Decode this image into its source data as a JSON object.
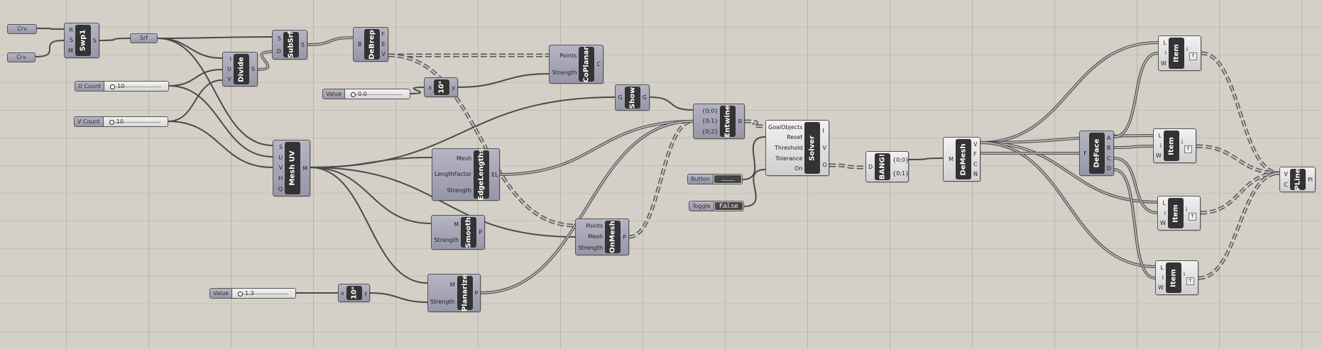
{
  "params": {
    "crv1": {
      "label": "Crv"
    },
    "crv2": {
      "label": "Crv"
    },
    "srf": {
      "label": "Srf"
    }
  },
  "sliders": {
    "ucount": {
      "label": "U Count",
      "value": "10"
    },
    "vcount": {
      "label": "V Count",
      "value": "10"
    },
    "value0": {
      "label": "Value",
      "value": "0.0"
    },
    "value13": {
      "label": "Value",
      "value": "1.3"
    }
  },
  "button": {
    "label": "Button"
  },
  "toggle": {
    "label": "Toggle",
    "value": "False"
  },
  "nodes": {
    "swp1": {
      "title": "Swp1",
      "inputs": [
        "R",
        "S",
        "M"
      ],
      "outputs": [
        "S"
      ]
    },
    "divide": {
      "title": "Divide",
      "inputs": [
        "I",
        "U",
        "V"
      ],
      "outputs": [
        "S"
      ]
    },
    "subsrf": {
      "title": "SubSrf",
      "inputs": [
        "S",
        "D"
      ],
      "outputs": [
        "S"
      ]
    },
    "debrep": {
      "title": "DeBrep",
      "inputs": [
        "B"
      ],
      "outputs": [
        "F",
        "E",
        "V"
      ]
    },
    "coplanar": {
      "title": "CoPlanar",
      "inputs": [
        "Points",
        "Strength"
      ],
      "outputs": [
        "C"
      ]
    },
    "pow1": {
      "title": "10ˣ",
      "inputs": [
        "x"
      ],
      "outputs": [
        "y"
      ]
    },
    "show": {
      "title": "Show",
      "inputs": [
        "G"
      ],
      "outputs": [
        "G"
      ]
    },
    "meshuv": {
      "title": "Mesh UV",
      "inputs": [
        "S",
        "U",
        "V",
        "H",
        "Q"
      ],
      "outputs": [
        "M"
      ]
    },
    "edgelengths": {
      "title": "EdgeLengths",
      "inputs": [
        "Mesh",
        "LengthFactor",
        "Strength"
      ],
      "outputs": [
        "EL"
      ]
    },
    "smooth": {
      "title": "Smooth",
      "inputs": [
        "M",
        "Strength"
      ],
      "outputs": [
        "P"
      ]
    },
    "onmesh": {
      "title": "OnMesh",
      "inputs": [
        "Points",
        "Mesh",
        "Strength"
      ],
      "outputs": [
        "P"
      ]
    },
    "planarize": {
      "title": "Planarize",
      "inputs": [
        "M",
        "Strength"
      ],
      "outputs": [
        "P"
      ]
    },
    "pow2": {
      "title": "10ˣ",
      "inputs": [
        "x"
      ],
      "outputs": [
        "y"
      ]
    },
    "entwine": {
      "title": "Entwine",
      "inputs": [
        "{0;0}",
        "{0;1}",
        "{0;2}"
      ],
      "outputs": [
        "R"
      ]
    },
    "solver": {
      "title": "Solver",
      "inputs": [
        "GoalObjects",
        "Reset",
        "Threshold",
        "Tolerance",
        "On"
      ],
      "outputs": [
        "I",
        "V",
        "O"
      ]
    },
    "bang": {
      "title": "BANG!",
      "inputs": [
        "D"
      ],
      "outputs": [
        "{0;0}",
        "{0;1}"
      ]
    },
    "demesh": {
      "title": "DeMesh",
      "inputs": [
        "M"
      ],
      "outputs": [
        "V",
        "F",
        "C",
        "N"
      ]
    },
    "deface": {
      "title": "DeFace",
      "inputs": [
        "F"
      ],
      "outputs": [
        "A",
        "B",
        "C",
        "D"
      ]
    },
    "item1": {
      "title": "Item",
      "inputs": [
        "L",
        "i",
        "W"
      ],
      "outputs": [
        "i"
      ]
    },
    "item2": {
      "title": "Item",
      "inputs": [
        "L",
        "i",
        "W"
      ],
      "outputs": [
        "i"
      ]
    },
    "item3": {
      "title": "Item",
      "inputs": [
        "L",
        "i",
        "W"
      ],
      "outputs": [
        "i"
      ]
    },
    "item4": {
      "title": "Item",
      "inputs": [
        "L",
        "i",
        "W"
      ],
      "outputs": [
        "i"
      ]
    },
    "pline": {
      "title": "PLine",
      "inputs": [
        "V",
        "C"
      ],
      "outputs": [
        "Pl"
      ]
    }
  },
  "colors": {
    "canvas": "#d4d0c8",
    "node": "#a6a5b5",
    "node_light": "#e0e0e0",
    "band": "#333333",
    "wire": "#4a4a4a"
  }
}
